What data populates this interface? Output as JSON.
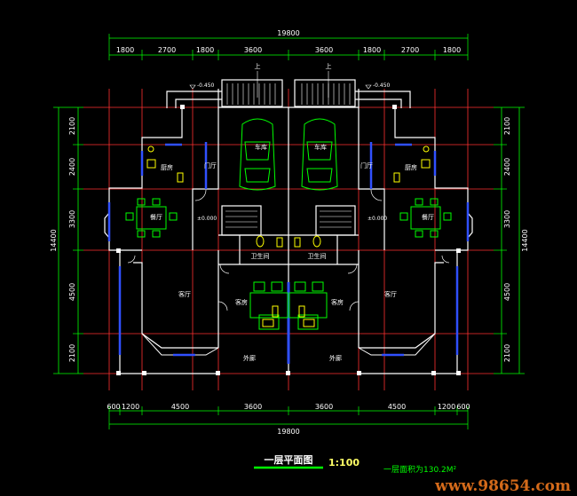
{
  "dimensions": {
    "top_total": "19800",
    "top_segments": [
      "1800",
      "2700",
      "1800",
      "3600",
      "3600",
      "1800",
      "2700",
      "1800"
    ],
    "bottom_total": "19800",
    "bottom_segments": [
      "600",
      "1200",
      "4500",
      "3600",
      "3600",
      "4500",
      "1200",
      "600"
    ],
    "left_total": "14400",
    "left_segments": [
      "2100",
      "2400",
      "3300",
      "4500",
      "2100"
    ],
    "right_total": "14400",
    "right_segments": [
      "2100",
      "2400",
      "3300",
      "4500",
      "2100"
    ]
  },
  "rooms": {
    "garage_left": "车库",
    "garage_right": "车库",
    "foyer_left": "门厅",
    "foyer_right": "门厅",
    "kitchen_left": "厨房",
    "kitchen_right": "厨房",
    "dining_left": "餐厅",
    "dining_right": "餐厅",
    "bath_left": "卫生间",
    "bath_right": "卫生间",
    "living_left": "客厅",
    "living_right": "客厅",
    "bedroom_left": "客房",
    "bedroom_right": "客房",
    "porch_left": "外廊",
    "porch_right": "外廊"
  },
  "elevations": {
    "entry_left": "-0.450",
    "entry_right": "-0.450",
    "floor_left": "±0.000",
    "floor_right": "±0.000"
  },
  "stair_labels": {
    "left": "上",
    "right": "上"
  },
  "title": "一层平面图",
  "scale": "1:100",
  "area_note": "一层面积为130.2M²",
  "watermark": "www.98654.com",
  "colors": {
    "background": "#000000",
    "dimension_line": "#00ff00",
    "axis_line": "#ff3030",
    "wall": "#ffffff",
    "window": "#3050ff",
    "furniture": "#00ff00",
    "fixture": "#ffff00",
    "title_bar": "#00ff00",
    "watermark": "#d46a1a"
  }
}
